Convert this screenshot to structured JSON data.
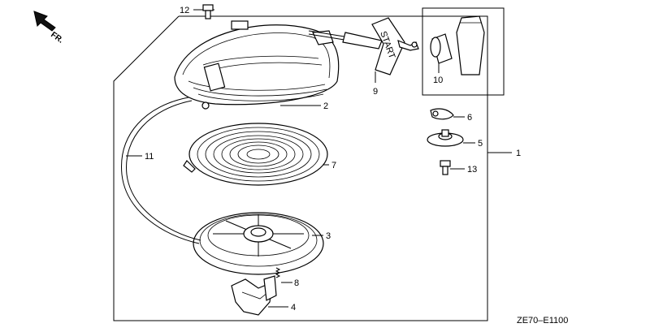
{
  "orientation": {
    "label": "FR."
  },
  "diagram_code": "ZE70–E1100",
  "callouts": {
    "c1": "1",
    "c2": "2",
    "c3": "3",
    "c4": "4",
    "c5": "5",
    "c6": "6",
    "c7": "7",
    "c8": "8",
    "c9": "9",
    "c10": "10",
    "c11": "11",
    "c12": "12",
    "c13": "13"
  },
  "handle_text": "START"
}
